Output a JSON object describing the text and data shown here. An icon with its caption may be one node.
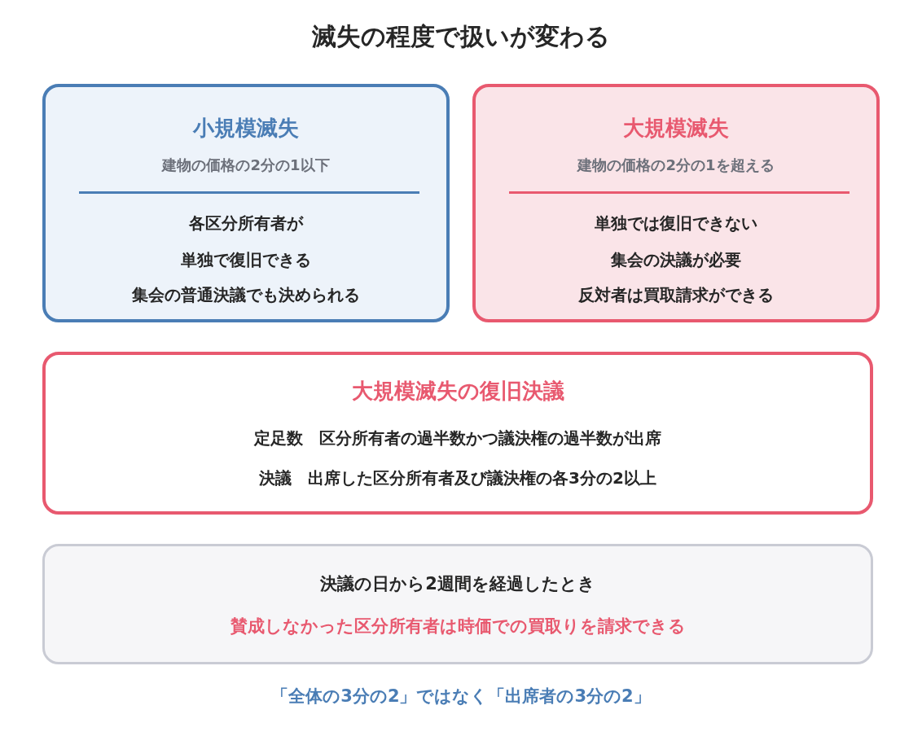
{
  "diagram": {
    "title": "滅失の程度で扱いが変わる",
    "nodes": [
      {
        "text": [
          "小規模滅失",
          "建物の価格の2分の1以下",
          "各区分所有者が",
          "単独で復旧できる",
          "集会の普通決議でも決められる"
        ]
      },
      {
        "text": [
          "大規模滅失",
          "建物の価格の2分の1を超える",
          "単独では復旧できない",
          "集会の決議が必要",
          "反対者は買取請求ができる"
        ]
      },
      {
        "text": [
          "大規模滅失の復旧決議",
          "定足数　区分所有者の過半数かつ議決権の過半数が出席",
          "決議　出席した区分所有者及び議決権の各3分の2以上"
        ]
      },
      {
        "text": [
          "決議の日から2週間を経過したとき",
          "賛成しなかった区分所有者は時価での買取りを請求できる"
        ]
      }
    ],
    "caption": "「全体の3分の2」ではなく「出席者の3分の2」"
  }
}
